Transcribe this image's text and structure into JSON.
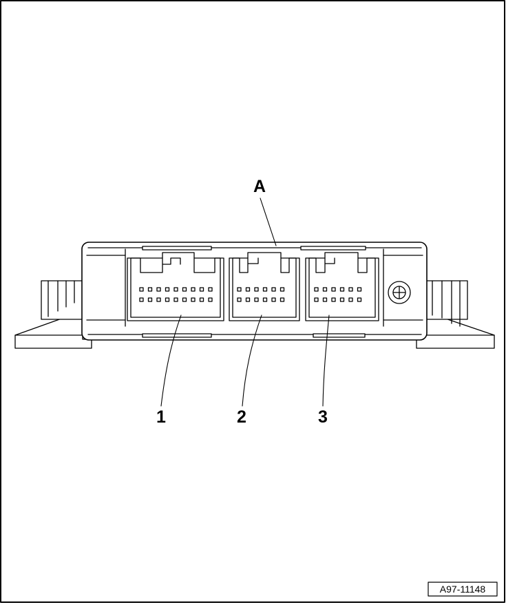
{
  "diagram": {
    "callouts": {
      "a": "A",
      "c1": "1",
      "c2": "2",
      "c3": "3"
    },
    "reference_code": "A97-11148",
    "colors": {
      "line": "#000000",
      "background": "#ffffff"
    }
  }
}
